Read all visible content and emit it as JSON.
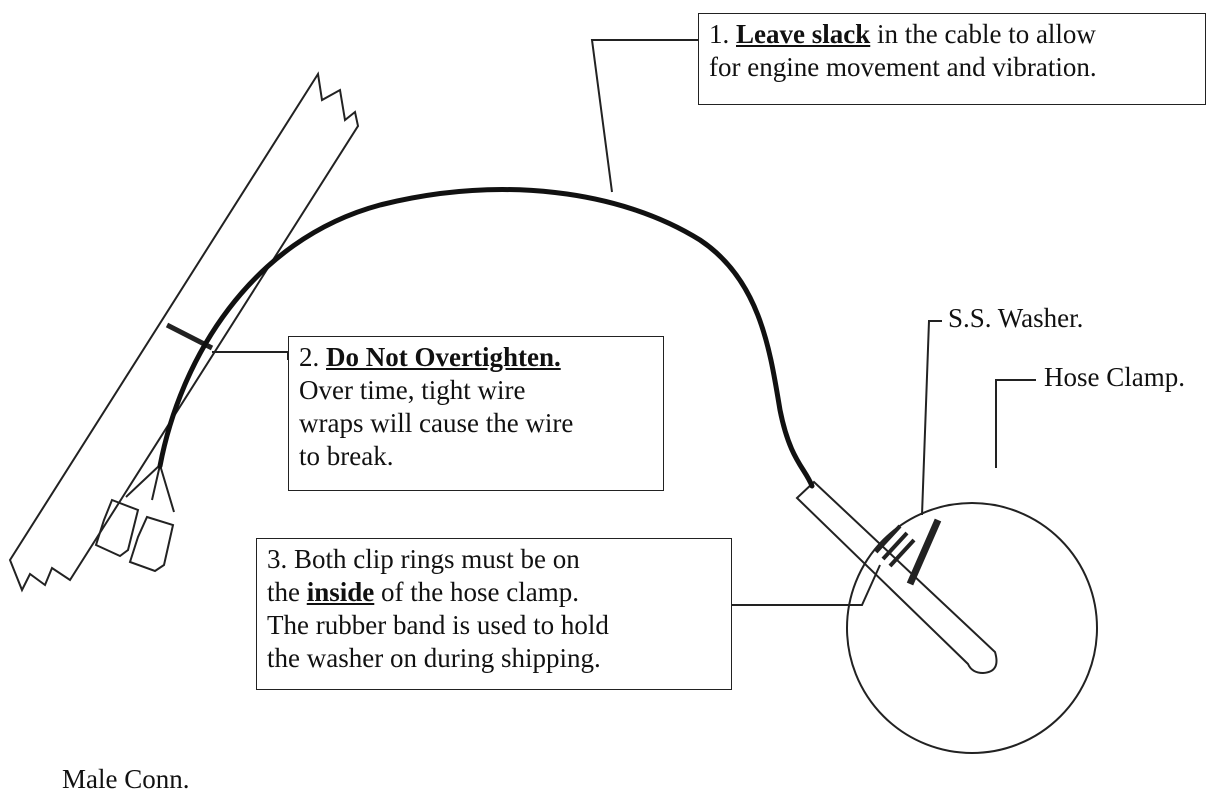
{
  "callouts": {
    "c1": {
      "prefix": "1. ",
      "emphasis": "Leave slack",
      "line1_rest": " in the cable to allow",
      "line2": "for engine movement and vibration."
    },
    "c2": {
      "prefix": "2. ",
      "emphasis": "Do Not Overtighten.",
      "line2": "Over time, tight wire",
      "line3": "wraps will cause the wire",
      "line4": "to break."
    },
    "c3": {
      "line1": "3. Both clip rings must be on",
      "line2_prefix": "the ",
      "line2_emphasis": "inside",
      "line2_rest": " of the hose clamp.",
      "line3": "The rubber band is used to hold",
      "line4": "the washer on during shipping."
    }
  },
  "labels": {
    "washer": "S.S. Washer.",
    "hose_clamp": "Hose Clamp.",
    "male_conn": "Male Conn."
  }
}
